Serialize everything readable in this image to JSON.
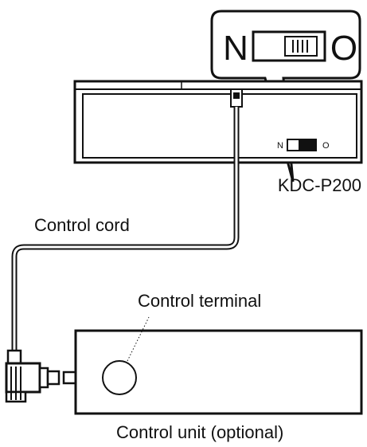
{
  "diagram": {
    "callout": {
      "left_letter": "N",
      "right_letter": "O"
    },
    "switch_small": {
      "left_letter": "N",
      "right_letter": "O"
    },
    "model_label": "KDC-P200",
    "cord_label": "Control cord",
    "terminal_label": "Control terminal",
    "unit_label": "Control unit (optional)"
  }
}
